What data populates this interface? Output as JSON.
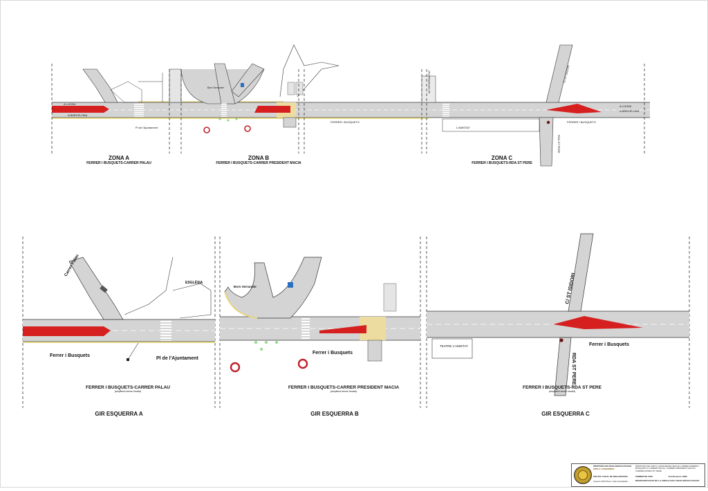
{
  "top_zones": [
    {
      "title": "ZONA A",
      "subtitle": "FERRER I BUSQUETS-CARRER PALAU"
    },
    {
      "title": "ZONA B",
      "subtitle": "FERRER I BUSQUETS-CARRER PRESIDENT MACIA"
    },
    {
      "title": "ZONA C",
      "subtitle": "FERRER I BUSQUETS-RDA ST PERE"
    }
  ],
  "bottom_zones": [
    {
      "subtitle": "FERRER I BUSQUETS-CARRER PALAU",
      "note": "(ampliació sense escala)",
      "title": "GIR ESQUERRA A"
    },
    {
      "subtitle": "FERRER I BUSQUETS-CARRER PRESIDENT MACIA",
      "note": "(ampliació sense escala)",
      "title": "GIR ESQUERRA B"
    },
    {
      "subtitle": "FERRER I BUSQUETS-RDA ST PERE",
      "note": "(ampliació sense escala)",
      "title": "GIR ESQUERRA C"
    }
  ],
  "street_labels": {
    "a_lleida": "A LLEIDA",
    "a_barcelona": "A BARCELONA",
    "pl_ajuntament_small": "Pl de l'Ajuntament",
    "ferrer_busquets_caps": "FERRER I BUSQUETS",
    "lamistat": "L'AMISTAT",
    "c_st_isidori": "C/ ST ISIDORI",
    "rda_st_pere": "RDA ST PERE",
    "av_generalitat": "AV GENERALITAT",
    "carrer_palau": "Carrer Palau",
    "esglesia": "ESGLÈSIA",
    "ferrer_busquets": "Ferrer i Busquets",
    "pl_ajuntament": "Pl de l'Ajuntament",
    "born_serrander": "Born Serrander",
    "teatre_lamistat": "TEATRE L'AMISTAT"
  },
  "title_block": {
    "line1": "PROPOSTA DE NOVA SENYALITZACIÓ",
    "line2": "GIRS A L'ESQUERRA",
    "desc": "PROPOSTA DE GIRS A L'ESQUERRA DES DE CARRER FERRER I BUSQUETS A CARRER PALAU, CARRER PRESIDENT MACIA I CARRER RONDA ST PERE",
    "org": "POLICIA LOCAL DE MOLLERUSSA",
    "author": "Caporal 1003 Bruno Calero Estadella",
    "date": "FEBRER DE 2019",
    "scale": "Escala aprox 1/500",
    "project": "REORGANITZACIÓ DE LA CIRCULACIÓ I NOVA SENYALITZACIÓ"
  },
  "colors": {
    "lane_red": "#d61f1f",
    "road_grey": "#cfcfcf",
    "outline": "#333333"
  }
}
